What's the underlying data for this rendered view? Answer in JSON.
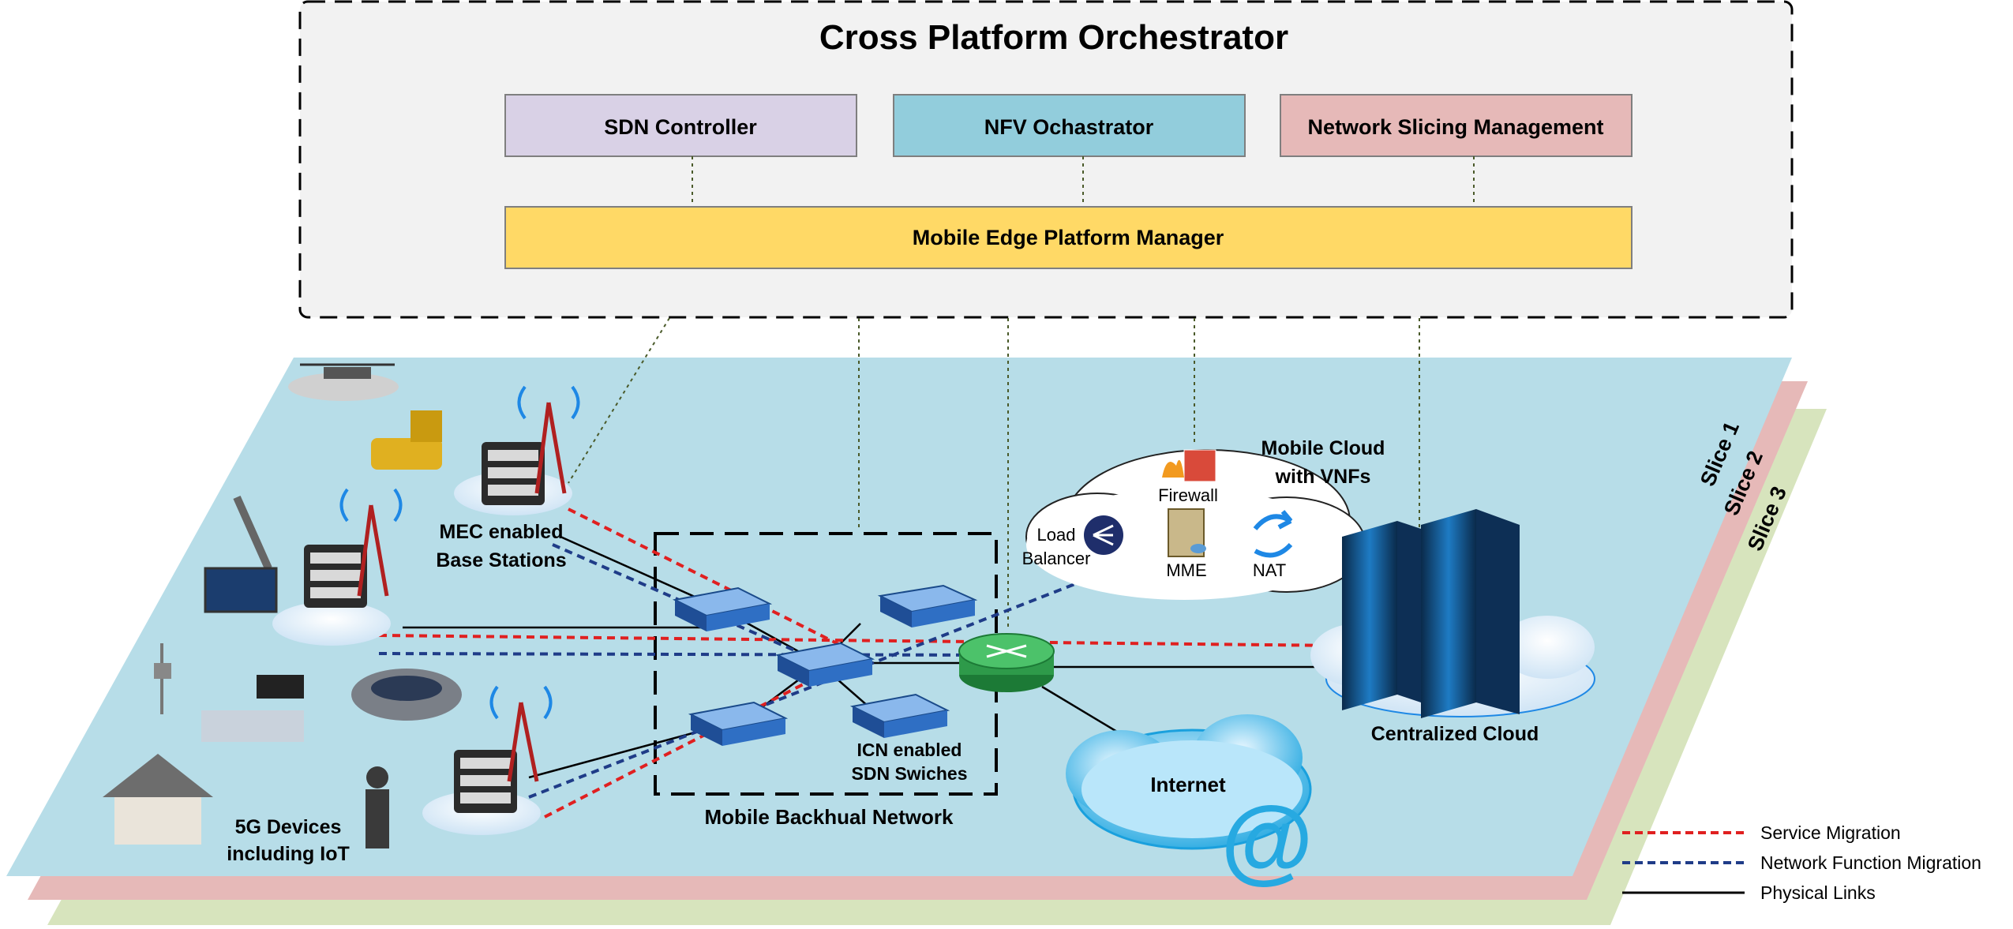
{
  "orchestrator": {
    "title": "Cross Platform Orchestrator",
    "boxes": [
      {
        "label": "SDN Controller",
        "color": "#d9d1e6"
      },
      {
        "label": "NFV Ochastrator",
        "color": "#92cddc"
      },
      {
        "label": "Network Slicing Management",
        "color": "#e6b9b8"
      }
    ],
    "platform_manager": {
      "label": "Mobile Edge Platform Manager",
      "color": "#ffd966"
    }
  },
  "slices": [
    {
      "label": "Slice 1",
      "color": "#b7dde8"
    },
    {
      "label": "Slice 2",
      "color": "#e6b9b8"
    },
    {
      "label": "Slice 3",
      "color": "#d7e4bd"
    }
  ],
  "labels": {
    "mec": [
      "MEC enabled",
      "Base Stations"
    ],
    "devices": [
      "5G Devices",
      "including IoT"
    ],
    "icn": [
      "ICN enabled",
      "SDN Swiches"
    ],
    "backhaul": "Mobile Backhual Network",
    "mobile_cloud": [
      "Mobile Cloud",
      "with VNFs"
    ],
    "load_balancer": [
      "Load",
      "Balancer"
    ],
    "firewall": "Firewall",
    "mme": "MME",
    "nat": "NAT",
    "internet": "Internet",
    "centralized_cloud": "Centralized Cloud"
  },
  "legend": [
    {
      "label": "Service Migration",
      "color": "#e02020",
      "style": "dashed"
    },
    {
      "label": "Network Function Migration",
      "color": "#1f3c88",
      "style": "dashed"
    },
    {
      "label": "Physical Links",
      "color": "#000000",
      "style": "solid"
    }
  ],
  "colors": {
    "service_migration": "#e02020",
    "function_migration": "#1f3c88",
    "switch": "#2f6fc4",
    "router": "#2e9a4a",
    "server_rack": "#1e7bc4"
  }
}
